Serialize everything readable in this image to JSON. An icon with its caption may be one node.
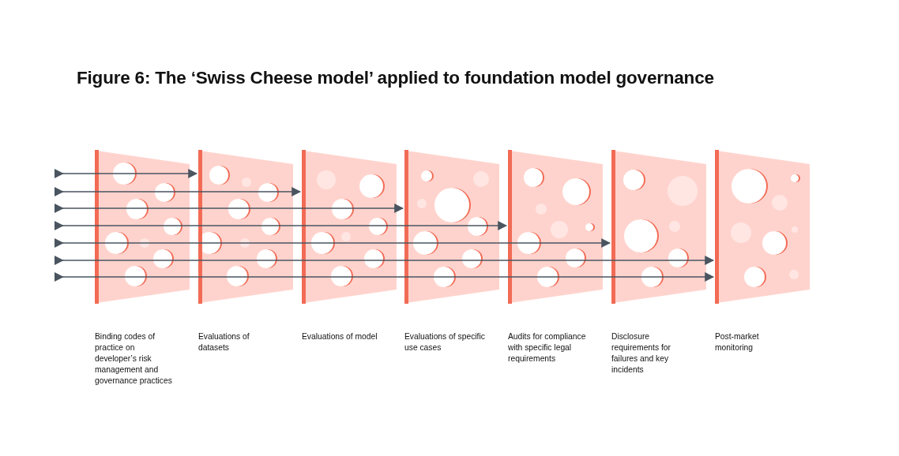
{
  "diagram": {
    "title": "Figure 6: The ‘Swiss Cheese model’ applied to foundation model governance",
    "nodes": [
      {
        "text": [
          "Binding codes of practice on developer’s risk management and governance practices"
        ]
      },
      {
        "text": [
          "Evaluations of datasets"
        ]
      },
      {
        "text": [
          "Evaluations of model"
        ]
      },
      {
        "text": [
          "Evaluations of specific use cases"
        ]
      },
      {
        "text": [
          "Audits for compliance with specific legal requirements"
        ]
      },
      {
        "text": [
          "Disclosure requirements for failures and key incidents"
        ]
      },
      {
        "text": [
          "Post-market monitoring"
        ]
      }
    ],
    "edges": [
      {
        "from": null,
        "to": 1,
        "arrow": "to"
      },
      {
        "from": null,
        "to": 2,
        "arrow": "to"
      },
      {
        "from": null,
        "to": 3,
        "arrow": "to"
      },
      {
        "from": null,
        "to": 4,
        "arrow": "to"
      },
      {
        "from": null,
        "to": 5,
        "arrow": "to"
      },
      {
        "from": null,
        "to": 6,
        "arrow": "to"
      },
      {
        "from": null,
        "to": 6,
        "arrow": "to"
      }
    ]
  }
}
